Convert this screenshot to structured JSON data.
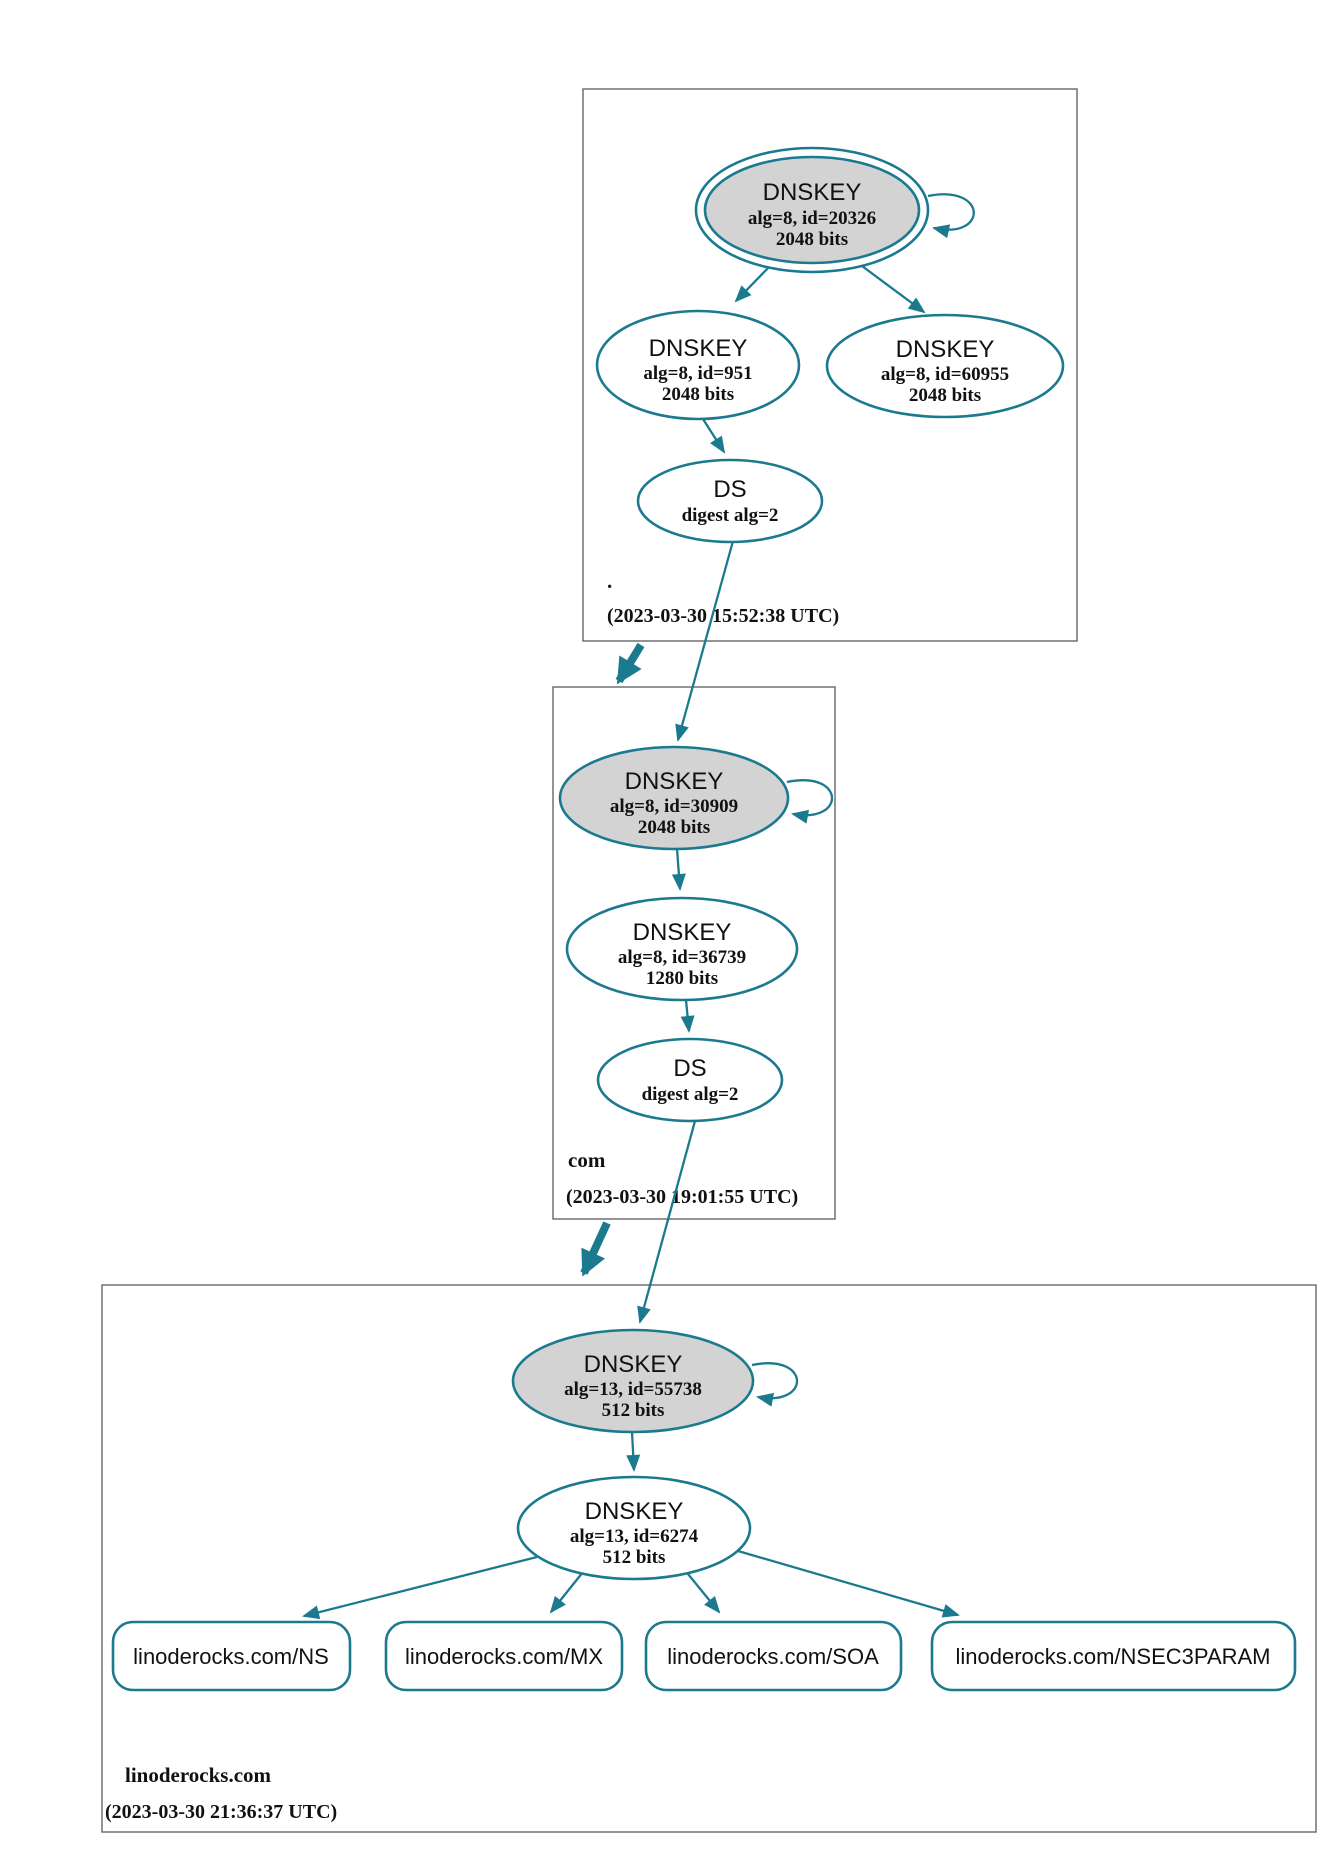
{
  "diagram": {
    "type": "dnssec-authentication-chain-graph",
    "colors": {
      "edge": "#1b7a8e",
      "node_fill_ksk": "#d3d3d3",
      "node_fill": "#ffffff",
      "box_border": "#666666",
      "text": "#111111"
    },
    "zones": {
      "root": {
        "label": ".",
        "timestamp": "(2023-03-30 15:52:38 UTC)",
        "ksk": {
          "title": "DNSKEY",
          "attrs": "alg=8, id=20326",
          "size": "2048 bits"
        },
        "zsk1": {
          "title": "DNSKEY",
          "attrs": "alg=8, id=951",
          "size": "2048 bits"
        },
        "zsk2": {
          "title": "DNSKEY",
          "attrs": "alg=8, id=60955",
          "size": "2048 bits"
        },
        "ds": {
          "title": "DS",
          "attrs": "digest alg=2"
        }
      },
      "com": {
        "label": "com",
        "timestamp": "(2023-03-30 19:01:55 UTC)",
        "ksk": {
          "title": "DNSKEY",
          "attrs": "alg=8, id=30909",
          "size": "2048 bits"
        },
        "zsk": {
          "title": "DNSKEY",
          "attrs": "alg=8, id=36739",
          "size": "1280 bits"
        },
        "ds": {
          "title": "DS",
          "attrs": "digest alg=2"
        }
      },
      "linoderocks": {
        "label": "linoderocks.com",
        "timestamp": "(2023-03-30 21:36:37 UTC)",
        "ksk": {
          "title": "DNSKEY",
          "attrs": "alg=13, id=55738",
          "size": "512 bits"
        },
        "zsk": {
          "title": "DNSKEY",
          "attrs": "alg=13, id=6274",
          "size": "512 bits"
        },
        "rrsets": [
          {
            "label": "linoderocks.com/NS"
          },
          {
            "label": "linoderocks.com/MX"
          },
          {
            "label": "linoderocks.com/SOA"
          },
          {
            "label": "linoderocks.com/NSEC3PARAM"
          }
        ]
      }
    }
  }
}
